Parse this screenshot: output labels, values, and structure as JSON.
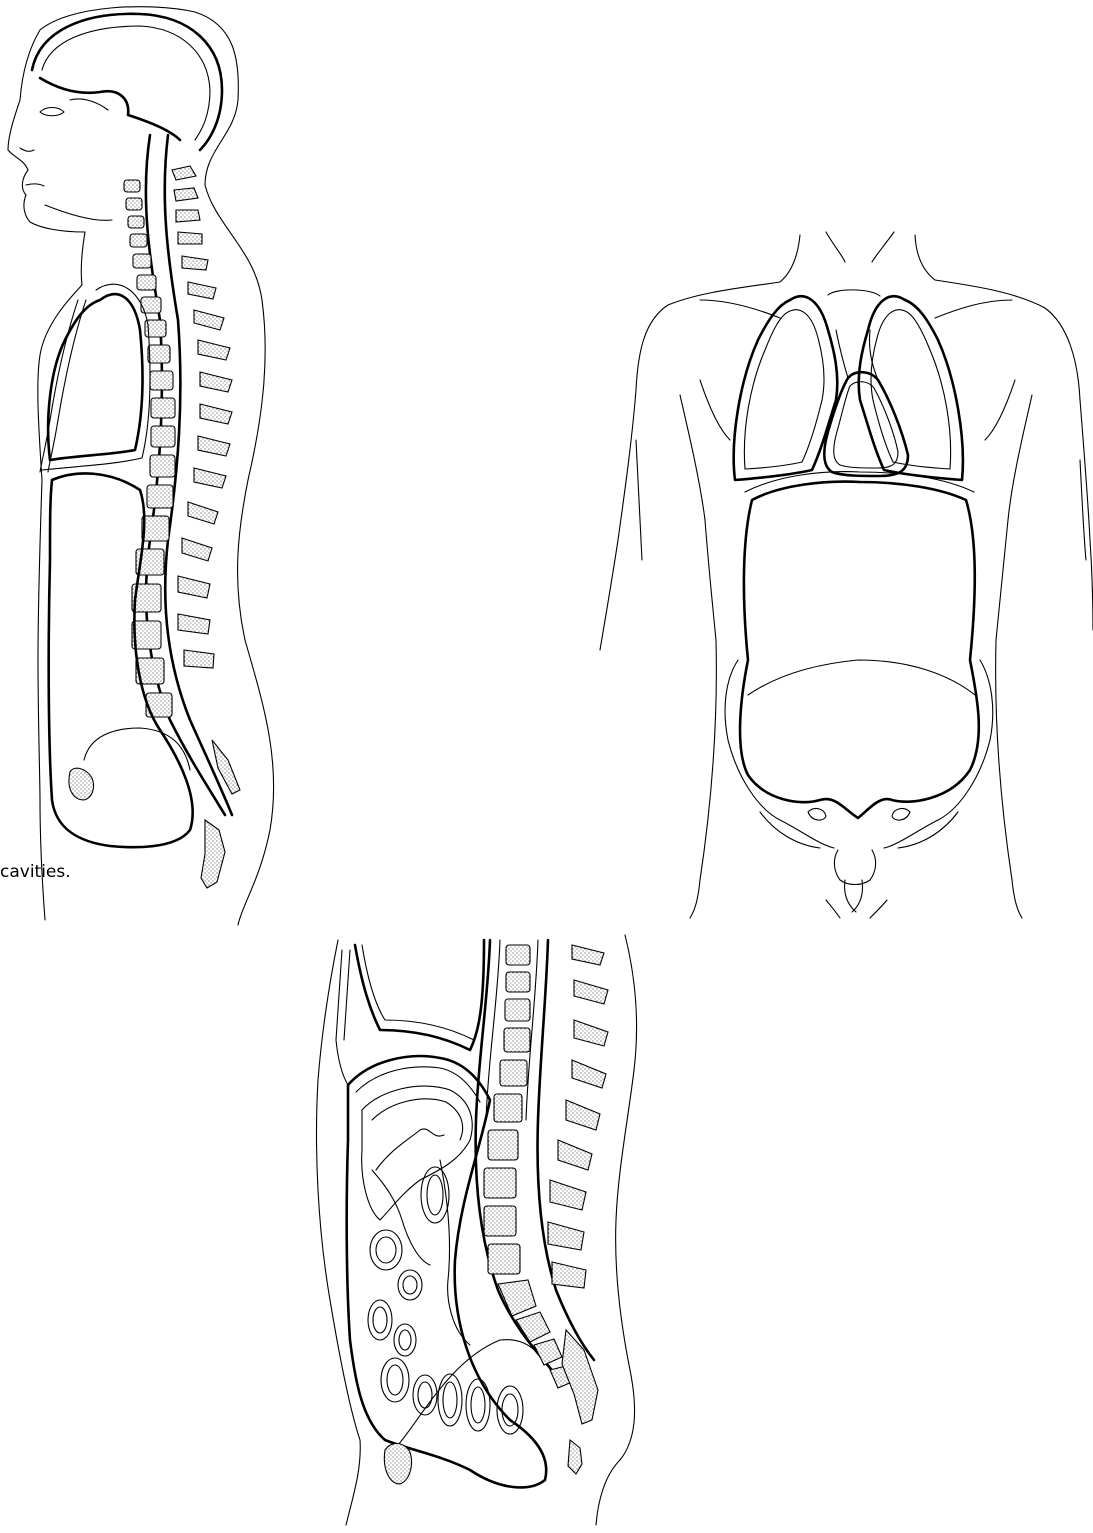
{
  "caption": {
    "text": "cavities."
  },
  "figures": [
    {
      "name": "sagittal-section-full-body"
    },
    {
      "name": "anterior-view-torso"
    },
    {
      "name": "sagittal-section-abdomen"
    }
  ]
}
